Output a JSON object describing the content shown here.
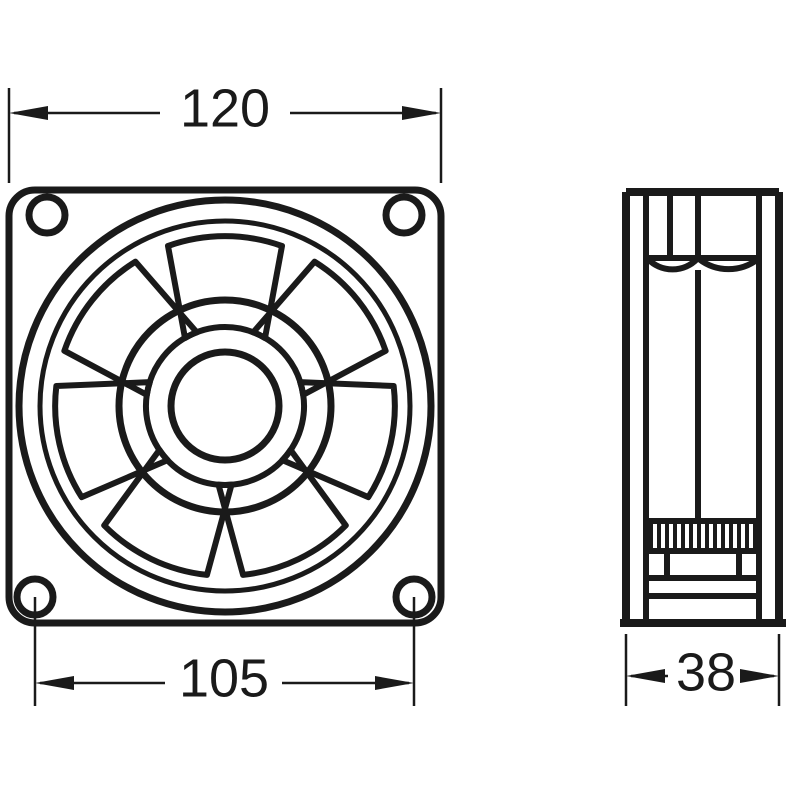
{
  "drawing": {
    "title": "Axial Fan Dimensional Drawing",
    "units": "mm",
    "line_color": "#1a1a1a",
    "background_color": "#ffffff",
    "dimensions": {
      "width": {
        "label": "120",
        "name": "overall-width",
        "position": "top",
        "arrow_direction": "outward"
      },
      "hole_spacing": {
        "label": "105",
        "name": "mounting-hole-spacing",
        "position": "bottom",
        "arrow_direction": "outward"
      },
      "depth": {
        "label": "38",
        "name": "overall-depth",
        "position": "bottom-right",
        "arrow_direction": "outward"
      }
    },
    "front_view": {
      "name": "front-view",
      "frame_corner_radius": 26,
      "mounting_holes": 4,
      "grille_blades": 7,
      "hub_circles": 2
    },
    "side_view": {
      "name": "side-view",
      "rib_count": 14,
      "arcs": 2
    }
  }
}
